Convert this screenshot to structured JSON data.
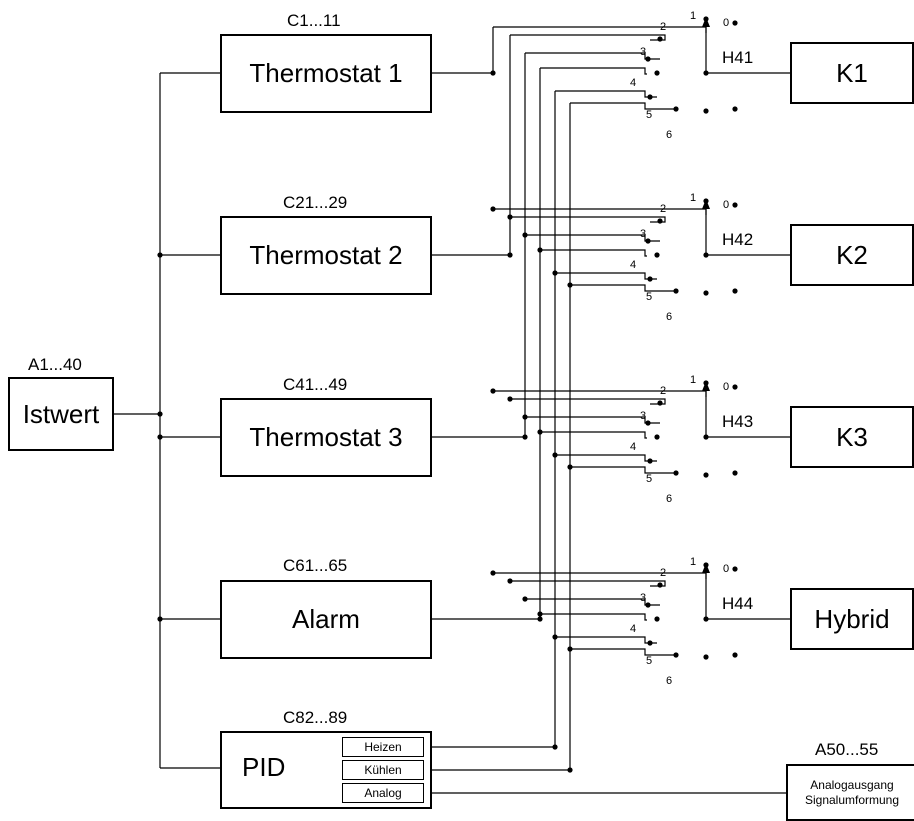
{
  "input": {
    "code": "A1...40",
    "label": "Istwert"
  },
  "thermostats": [
    {
      "code": "C1...11",
      "label": "Thermostat 1"
    },
    {
      "code": "C21...29",
      "label": "Thermostat 2"
    },
    {
      "code": "C41...49",
      "label": "Thermostat 3"
    }
  ],
  "alarm": {
    "code": "C61...65",
    "label": "Alarm"
  },
  "pid": {
    "code": "C82...89",
    "label": "PID",
    "outputs": [
      "Heizen",
      "Kühlen",
      "Analog"
    ]
  },
  "switches": [
    {
      "name": "H41",
      "output": "K1"
    },
    {
      "name": "H42",
      "output": "K2"
    },
    {
      "name": "H43",
      "output": "K3"
    },
    {
      "name": "H44",
      "output": "Hybrid"
    }
  ],
  "switch_positions": [
    "0",
    "1",
    "2",
    "3",
    "4",
    "5",
    "6"
  ],
  "analog_output": {
    "code": "A50...55",
    "line1": "Analogausgang",
    "line2": "Signalumformung"
  }
}
